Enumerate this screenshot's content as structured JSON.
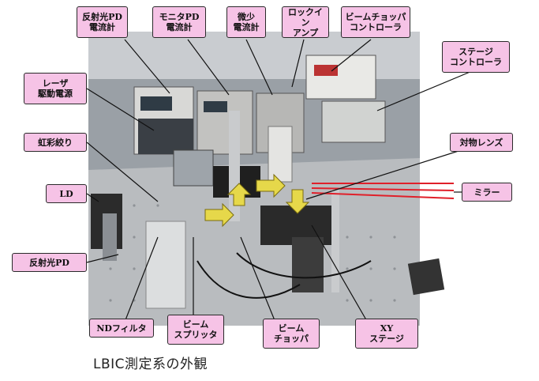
{
  "labels": {
    "reflect_pd_ammeter": "反射光PD\n電流計",
    "monitor_pd_ammeter": "モニタPD\n電流計",
    "micro_ammeter": "微少\n電流計",
    "lockin_amp": "ロックイン\nアンプ",
    "chopper_controller": "ビームチョッパ\nコントローラ",
    "stage_controller": "ステージ\nコントローラ",
    "laser_driver": "レーザ\n駆動電源",
    "iris": "虹彩絞り",
    "objective_lens": "対物レンズ",
    "ld": "LD",
    "mirror": "ミラー",
    "reflect_pd": "反射光PD",
    "nd_filter": "NDフィルタ",
    "beam_splitter": "ビーム\nスプリッタ",
    "beam_chopper": "ビーム\nチョッパ",
    "xy_stage": "XY\nステージ"
  },
  "caption": "LBIC測定系の外観",
  "colors": {
    "label_fill": "#f6c3e6",
    "beam": "#e0202a",
    "arrow": "#e6d84a"
  }
}
